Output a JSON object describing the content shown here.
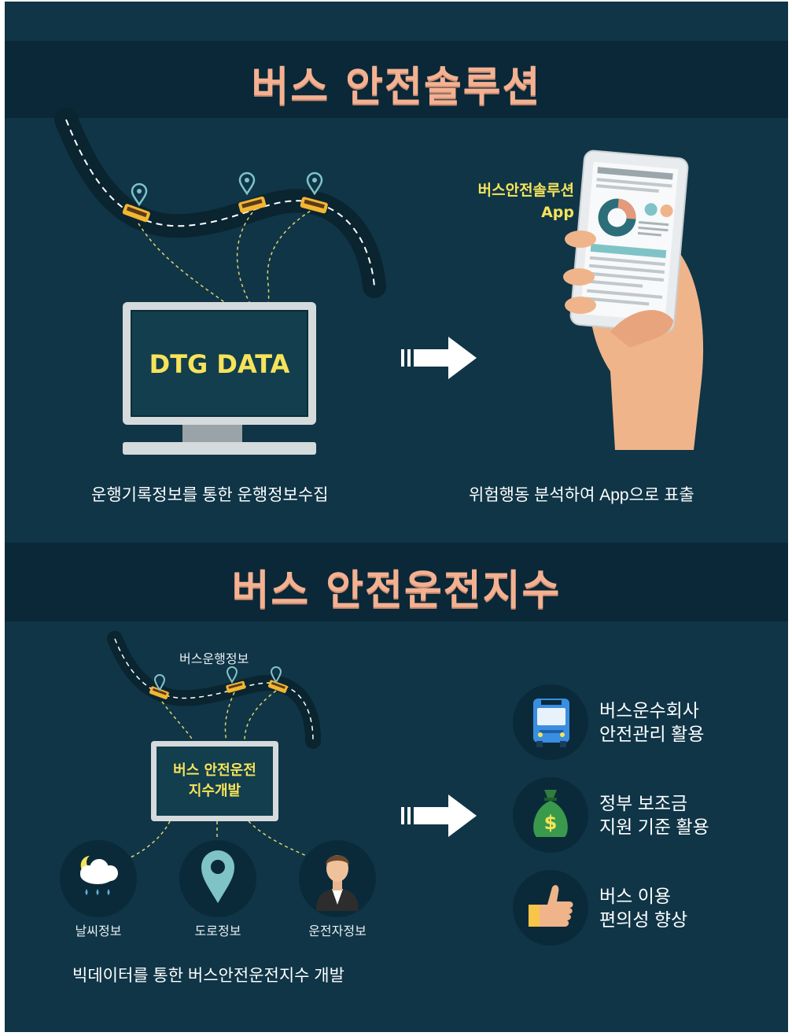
{
  "section1": {
    "title": "버스 안전솔루션",
    "monitor_text": "DTG DATA",
    "app_label_line1": "버스안전솔루션",
    "app_label_line2": "App",
    "left_caption": "운행기록정보를 통한 운행정보수집",
    "right_caption": "위험행동 분석하여 App으로 표출"
  },
  "section2": {
    "title": "버스 안전운전지수",
    "route_label": "버스운행정보",
    "monitor_line1": "버스 안전운전",
    "monitor_line2": "지수개발",
    "sources": [
      {
        "icon": "weather-icon",
        "label": "날씨정보"
      },
      {
        "icon": "map-pin-icon",
        "label": "도로정보"
      },
      {
        "icon": "driver-icon",
        "label": "운전자정보"
      }
    ],
    "bottom_caption": "빅데이터를 통한 버스안전운전지수 개발",
    "benefits": [
      {
        "icon": "bus-icon",
        "line1": "버스운수회사",
        "line2": "안전관리 활용"
      },
      {
        "icon": "money-bag-icon",
        "line1": "정부 보조금",
        "line2": "지원 기준 활용"
      },
      {
        "icon": "thumbs-up-icon",
        "line1": "버스 이용",
        "line2": "편의성 향상"
      }
    ]
  },
  "colors": {
    "background": "#0f3547",
    "band": "#0a2837",
    "title": "#f4b192",
    "accent_yellow": "#f7e35a",
    "pin": "#7fc3c7"
  }
}
